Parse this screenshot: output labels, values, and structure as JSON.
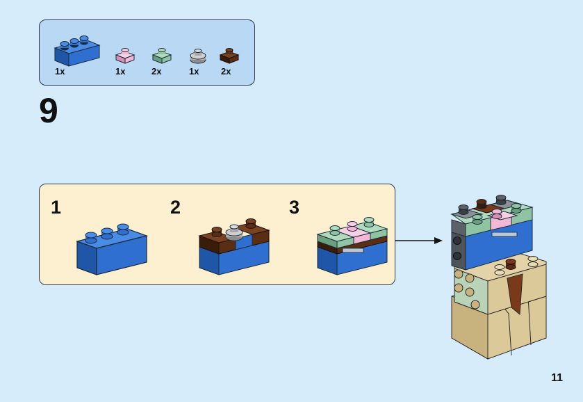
{
  "step_number": "9",
  "page_number": "11",
  "parts": [
    {
      "name": "blue-brick-1x3",
      "color": "#2f6fd0",
      "qty": "1x"
    },
    {
      "name": "pink-plate-1x1",
      "color": "#f2b8d6",
      "qty": "1x"
    },
    {
      "name": "sand-green-plate-1x1",
      "color": "#8fc4a2",
      "qty": "2x"
    },
    {
      "name": "gray-round-plate-1x1",
      "color": "#b8b8b8",
      "qty": "1x"
    },
    {
      "name": "dark-brown-plate-1x1",
      "color": "#5a2e12",
      "qty": "2x"
    }
  ],
  "substeps": [
    {
      "label": "1"
    },
    {
      "label": "2"
    },
    {
      "label": "3"
    }
  ],
  "colors": {
    "background": "#d6ecfb",
    "parts_box": "#b9d8f3",
    "substep_box": "#fdf0d0",
    "tan": "#dcc99a",
    "dark_gray": "#5c6166"
  }
}
